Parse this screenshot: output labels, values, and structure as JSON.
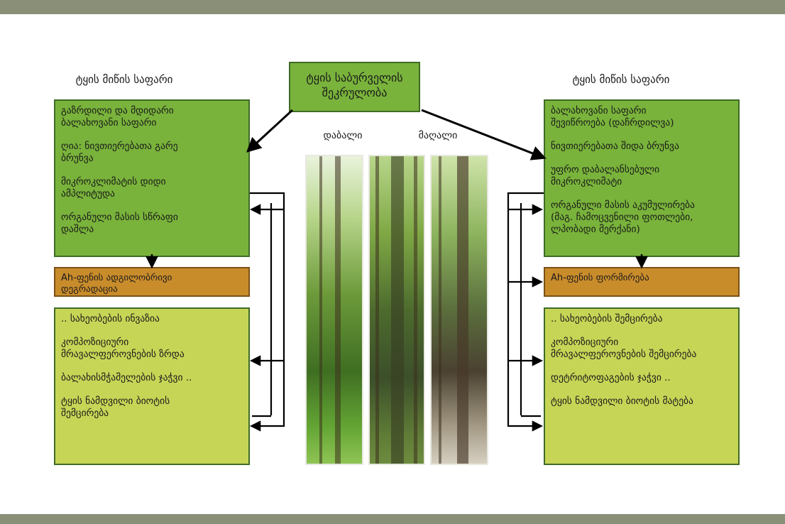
{
  "top_box": "ტყის საბურველის\nშეკრულობა",
  "left": {
    "heading": "ტყის მიწის საფარი",
    "green_items": [
      "გაზრდილი და მდიდარი\nბალახოვანი საფარი",
      "ღია: ნივთიერებათა გარე\nბრუნვა",
      "მიკროკლიმატის დიდი\nამპლიტუდა",
      "ორგანული მასის სწრაფი\nდაშლა"
    ],
    "orange": "Ah-ფენის ადგილობრივი\nდეგრადაცია",
    "light_items": [
      ".. სახეობების ინვაზია",
      "კომპოზიციური\nმრავალფეროვნების ზრდა",
      "ბალახისმჭამელების ჯაჭვი ..",
      "ტყის ნამდვილი ბიოტის\nშემცირება"
    ]
  },
  "right": {
    "heading": "ტყის მიწის საფარი",
    "green_items": [
      "ბალახოვანი საფარი\nშევიწროება (დაჩრდილვა)",
      "ნივთიერებათა შიდა ბრუნვა",
      "უფრო დაბალანსებული\nმიკროკლიმატი",
      "ორგანული მასის აკუმულირება\n(მაგ. ჩამოცვენილი ფოთლები,\nლპობადი მერქანი)"
    ],
    "orange": "Ah-ფენის ფორმირება",
    "light_items": [
      ".. სახეობების შემცირება",
      "კომპოზიციური\nმრავალფეროვნების შემცირება",
      "დეტრიტოფაგების ჯაჭვი ..",
      "ტყის ნამდვილი ბიოტის მატება"
    ]
  },
  "label_low": "დაბალი",
  "label_high": "მაღალი",
  "colors": {
    "green_box": "#79b33b",
    "light_box": "#c7d556",
    "orange_box": "#c98c2b",
    "frame": "#8a8f78"
  }
}
